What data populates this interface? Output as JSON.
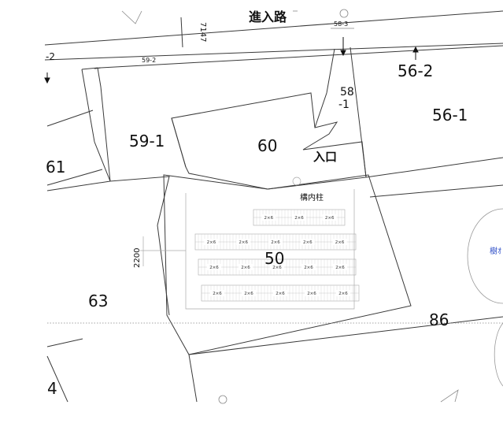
{
  "road": {
    "label": "進入路",
    "width_label": "7147",
    "lot_label": "58-3"
  },
  "entrance": {
    "label": "入口"
  },
  "column": {
    "label": "構内柱"
  },
  "dimension": {
    "label": "2200"
  },
  "cut_edge": {
    "left_top": "-2",
    "left_mid": "61",
    "left_bottom": "4",
    "right_blue": "樹ｵ"
  },
  "parcels": {
    "p59_2": "59-2",
    "p56_2": "56-2",
    "p56_1": "56-1",
    "p58_1_top": "58",
    "p58_1_bot": "-1",
    "p59_1": "59-1",
    "p60": "60",
    "p50": "50",
    "p63": "63",
    "p86": "86"
  },
  "parking": {
    "stall_label": "2×6",
    "rows": [
      {
        "count": 3
      },
      {
        "count": 5
      },
      {
        "count": 5
      },
      {
        "count": 5
      }
    ]
  },
  "colors": {
    "line": "#3a3a3a",
    "grid": "#9a9a9a",
    "accent": "#3050c8"
  }
}
